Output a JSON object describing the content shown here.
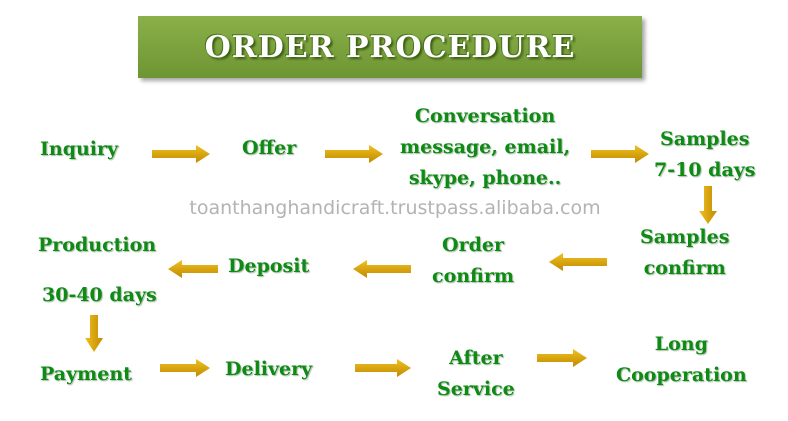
{
  "title": "ORDER PROCEDURE",
  "watermark": "toanthanghandicraft.trustpass.alibaba.com",
  "colors": {
    "text": "#0f8a14",
    "arrow": "#d9a400",
    "title_bg": "#7aa03c",
    "title_text": "#ffffff"
  },
  "steps": {
    "inquiry": [
      "Inquiry"
    ],
    "offer": [
      "Offer"
    ],
    "conversation": [
      "Conversation",
      "message, email,",
      "skype, phone.."
    ],
    "samples": [
      "Samples",
      "7-10 days"
    ],
    "samples_confirm": [
      "Samples",
      "confirm"
    ],
    "order_confirm": [
      "Order",
      "confirm"
    ],
    "deposit": [
      "Deposit"
    ],
    "production": [
      "Production",
      "30-40 days"
    ],
    "payment": [
      "Payment"
    ],
    "delivery": [
      "Delivery"
    ],
    "after_service": [
      "After",
      "Service"
    ],
    "long_cooperation": [
      "Long",
      "Cooperation"
    ]
  }
}
